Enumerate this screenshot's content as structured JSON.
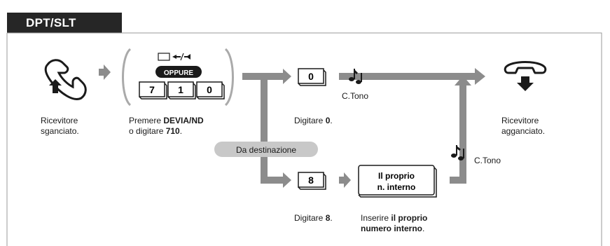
{
  "header": {
    "title": "DPT/SLT"
  },
  "steps": {
    "offhook": {
      "line1": "Ricevitore",
      "line2": "sganciato."
    },
    "press": {
      "line1_pre": "Premere ",
      "line1_bold": "DEVIA/ND",
      "line2_pre": "o digitare ",
      "line2_bold": "710",
      "line2_post": "."
    },
    "dial0": {
      "pre": "Digitare ",
      "bold": "0",
      "post": "."
    },
    "dial8": {
      "pre": "Digitare ",
      "bold": "8",
      "post": "."
    },
    "own_ext": {
      "line1_pre": "Inserire ",
      "line1_bold": "il proprio",
      "line2_bold": "numero interno",
      "line2_post": "."
    },
    "onhook": {
      "line1": "Ricevitore",
      "line2": "agganciato."
    }
  },
  "keys": {
    "oppure": "OPPURE",
    "k7": "7",
    "k1": "1",
    "k0": "0",
    "dial_0": "0",
    "dial_8": "8"
  },
  "branch_label": "Da destinazione",
  "tone_label_top": "C.Tono",
  "tone_label_right": "C.Tono",
  "ext_box": {
    "line1": "Il proprio",
    "line2": "n. interno"
  },
  "colors": {
    "arrow": "#8c8c8c",
    "header_bg": "#262626",
    "pill": "#c8c8c8",
    "border": "#9a9a9a"
  },
  "icons": [
    "handset-offhook-icon",
    "handset-onhook-icon",
    "note-icon",
    "fwd-dnd-button-icon"
  ]
}
